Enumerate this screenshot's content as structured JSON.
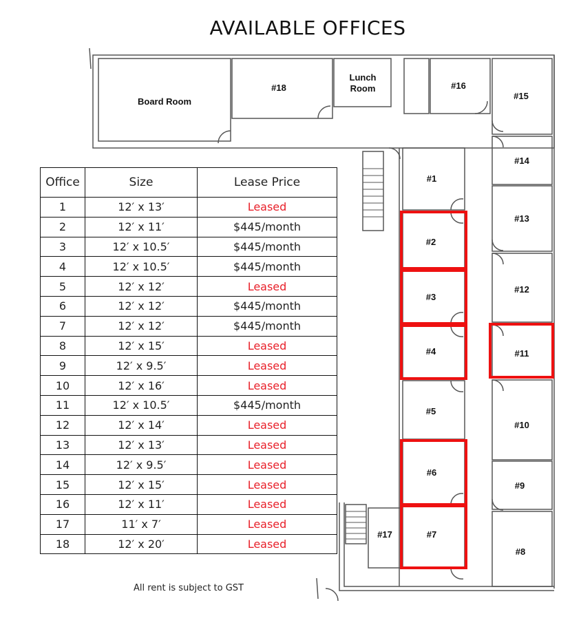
{
  "title": "AVAILABLE OFFICES",
  "table": {
    "headers": [
      "Office",
      "Size",
      "Lease Price"
    ],
    "rows": [
      {
        "office": "1",
        "size": "12′ x 13′",
        "price": "Leased",
        "leased": true
      },
      {
        "office": "2",
        "size": "12′ x 11′",
        "price": "$445/month",
        "leased": false
      },
      {
        "office": "3",
        "size": "12′ x 10.5′",
        "price": "$445/month",
        "leased": false
      },
      {
        "office": "4",
        "size": "12′ x 10.5′",
        "price": "$445/month",
        "leased": false
      },
      {
        "office": "5",
        "size": "12′ x 12′",
        "price": "Leased",
        "leased": true
      },
      {
        "office": "6",
        "size": "12′ x 12′",
        "price": "$445/month",
        "leased": false
      },
      {
        "office": "7",
        "size": "12′ x 12′",
        "price": "$445/month",
        "leased": false
      },
      {
        "office": "8",
        "size": "12′ x 15′",
        "price": "Leased",
        "leased": true
      },
      {
        "office": "9",
        "size": "12′ x 9.5′",
        "price": "Leased",
        "leased": true
      },
      {
        "office": "10",
        "size": "12′ x 16′",
        "price": "Leased",
        "leased": true
      },
      {
        "office": "11",
        "size": "12′ x 10.5′",
        "price": "$445/month",
        "leased": false
      },
      {
        "office": "12",
        "size": "12′ x 14′",
        "price": "Leased",
        "leased": true
      },
      {
        "office": "13",
        "size": "12′ x 13′",
        "price": "Leased",
        "leased": true
      },
      {
        "office": "14",
        "size": "12′ x 9.5′",
        "price": "Leased",
        "leased": true
      },
      {
        "office": "15",
        "size": "12′ x 15′",
        "price": "Leased",
        "leased": true
      },
      {
        "office": "16",
        "size": "12′ x 11′",
        "price": "Leased",
        "leased": true
      },
      {
        "office": "17",
        "size": "11′ x 7′",
        "price": "Leased",
        "leased": true
      },
      {
        "office": "18",
        "size": "12′ x 20′",
        "price": "Leased",
        "leased": true
      }
    ]
  },
  "note": "All rent is subject to GST",
  "rooms": {
    "board_room": "Board Room",
    "lunch_room_1": "Lunch",
    "lunch_room_2": "Room",
    "r1": "#1",
    "r2": "#2",
    "r3": "#3",
    "r4": "#4",
    "r5": "#5",
    "r6": "#6",
    "r7": "#7",
    "r8": "#8",
    "r9": "#9",
    "r10": "#10",
    "r11": "#11",
    "r12": "#12",
    "r13": "#13",
    "r14": "#14",
    "r15": "#15",
    "r16": "#16",
    "r17": "#17",
    "r18": "#18"
  },
  "colors": {
    "highlight": "#ee1111",
    "leased": "#e8202a",
    "wall": "#555555"
  }
}
